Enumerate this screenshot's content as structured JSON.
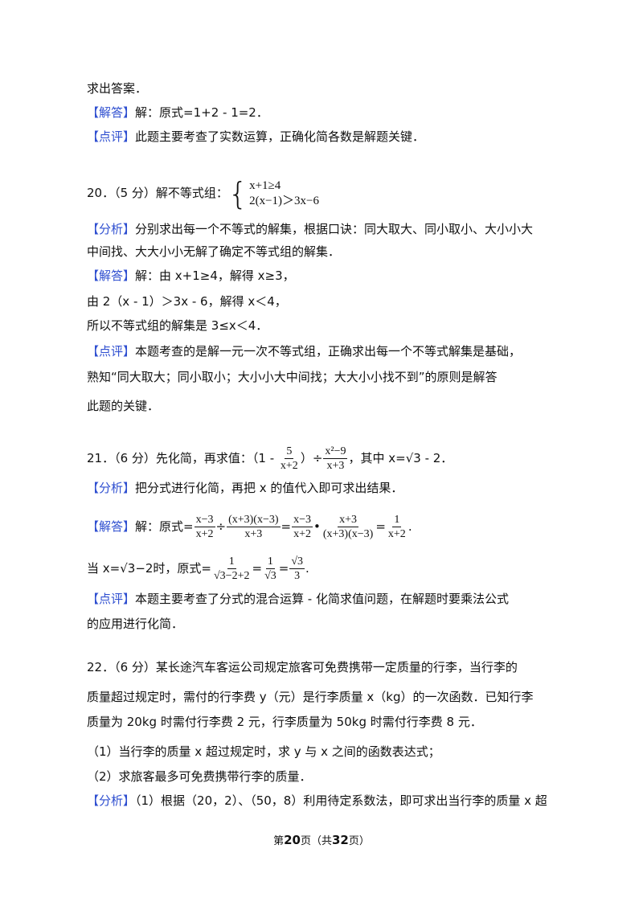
{
  "lines": {
    "l1": "求出答案．",
    "l2_tag": "【解答】",
    "l2": "解：原式=1+2 - 1=2．",
    "l3_tag": "【点评】",
    "l3": "此题主要考查了实数运算，正确化简各数是解题关键．",
    "q20": "20．（5 分）解不等式组：",
    "q20_r1": "x+1≥4",
    "q20_r2": "2(x−1)＞3x−6",
    "q20_a_tag": "【分析】",
    "q20_a1": "分别求出每一个不等式的解集，根据口诀：同大取大、同小取小、大小小大",
    "q20_a2": "中间找、大大小小无解了确定不等式组的解集．",
    "q20_s_tag": "【解答】",
    "q20_s1": "解：由 x+1≥4，解得 x≥3，",
    "q20_s2": "由 2（x - 1）＞3x - 6，解得 x＜4，",
    "q20_s3": "所以不等式组的解集是 3≤x＜4．",
    "q20_p_tag": "【点评】",
    "q20_p1": "本题考查的是解一元一次不等式组，正确求出每一个不等式解集是基础，",
    "q20_p2": "熟知“同大取大；同小取小；大小小大中间找；大大小小找不到”的原则是解答",
    "q20_p3": "此题的关键．",
    "q21_pre": "21．（6 分）先化简，再求值：（1 - ",
    "q21_f1n": "5",
    "q21_f1d": "x+2",
    "q21_mid": "）÷",
    "q21_f2n": "x²−9",
    "q21_f2d": "x+3",
    "q21_post": "，其中 x=√3 - 2．",
    "q21_a_tag": "【分析】",
    "q21_a": "把分式进行化简，再把 x 的值代入即可求出结果．",
    "q21_s_tag": "【解答】",
    "q21_s_pre": "解：原式=",
    "q21_e1n": "x−3",
    "q21_e1d": "x+2",
    "q21_e2n": "(x+3)(x−3)",
    "q21_e2d": "x+3",
    "q21_e3n": "x−3",
    "q21_e3d": "x+2",
    "q21_e4n": "x+3",
    "q21_e4d": "(x+3)(x−3)",
    "q21_e5n": "1",
    "q21_e5d": "x+2",
    "q21_w_pre": "当 x=√3−2时，原式=",
    "q21_w1n": "1",
    "q21_w1d": "√3−2+2",
    "q21_w2n": "1",
    "q21_w2d": "√3",
    "q21_w3n": "√3",
    "q21_w3d": "3",
    "q21_p_tag": "【点评】",
    "q21_p1": "本题主要考查了分式的混合运算 - 化简求值问题，在解题时要乘法公式",
    "q21_p2": "的应用进行化简．",
    "q22_1": "22．（6 分）某长途汽车客运公司规定旅客可免费携带一定质量的行李，当行李的",
    "q22_2": "质量超过规定时，需付的行李费 y（元）是行李质量 x（kg）的一次函数．已知行李",
    "q22_3": "质量为 20kg 时需付行李费 2 元，行李质量为 50kg 时需付行李费 8 元．",
    "q22_4": "（1）当行李的质量 x 超过规定时，求 y 与 x 之间的函数表达式；",
    "q22_5": "（2）求旅客最多可免费携带行李的质量．",
    "q22_a_tag": "【分析】",
    "q22_a": "（1）根据（20，2）、（50，8）利用待定系数法，即可求出当行李的质量 x 超"
  },
  "footer": {
    "pre": "第",
    "page": "20",
    "mid": "页（共",
    "total": "32",
    "post": "页）"
  },
  "colors": {
    "tag": "#2f4fd0"
  }
}
